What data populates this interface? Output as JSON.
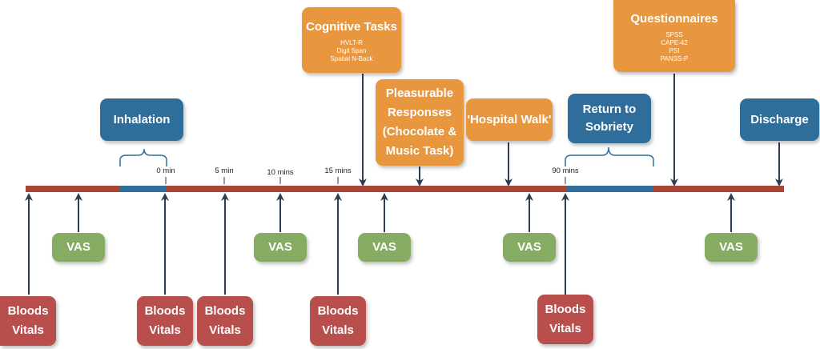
{
  "colors": {
    "timeline_red": "#a84434",
    "timeline_blue": "#2f6e9a",
    "arrow": "#2e3e52",
    "task_orange": "#e8973f",
    "phase_blue": "#2f6e9a",
    "vas_green": "#86ac63",
    "bloods_red": "#b94f4c"
  },
  "ticks": [
    {
      "label": "0 min"
    },
    {
      "label": "5 min"
    },
    {
      "label": "10 mins"
    },
    {
      "label": "15 mins"
    },
    {
      "label": "90 mins"
    }
  ],
  "top_tasks": [
    {
      "title": "Cognitive Tasks",
      "items": [
        "HVLT-R",
        "Digit Span",
        "Spatial N-Back"
      ]
    },
    {
      "title": "Questionnaires",
      "items": [
        "SPSS",
        "CAPE-42",
        "PSI",
        "PANSS-P"
      ]
    },
    {
      "title_lines": [
        "Pleasurable",
        "Responses",
        "(Chocolate &",
        "Music Task)"
      ]
    },
    {
      "title": "'Hospital Walk'"
    }
  ],
  "phases": [
    {
      "title": "Inhalation"
    },
    {
      "title_lines": [
        "Return to",
        "Sobriety"
      ]
    },
    {
      "title": "Discharge"
    }
  ],
  "vas": [
    "VAS",
    "VAS",
    "VAS",
    "VAS",
    "VAS"
  ],
  "bloods": [
    {
      "line1": "Bloods",
      "line2": "Vitals"
    },
    {
      "line1": "Bloods",
      "line2": "Vitals"
    },
    {
      "line1": "Bloods",
      "line2": "Vitals"
    },
    {
      "line1": "Bloods",
      "line2": "Vitals"
    },
    {
      "line1": "Bloods",
      "line2": "Vitals"
    }
  ]
}
